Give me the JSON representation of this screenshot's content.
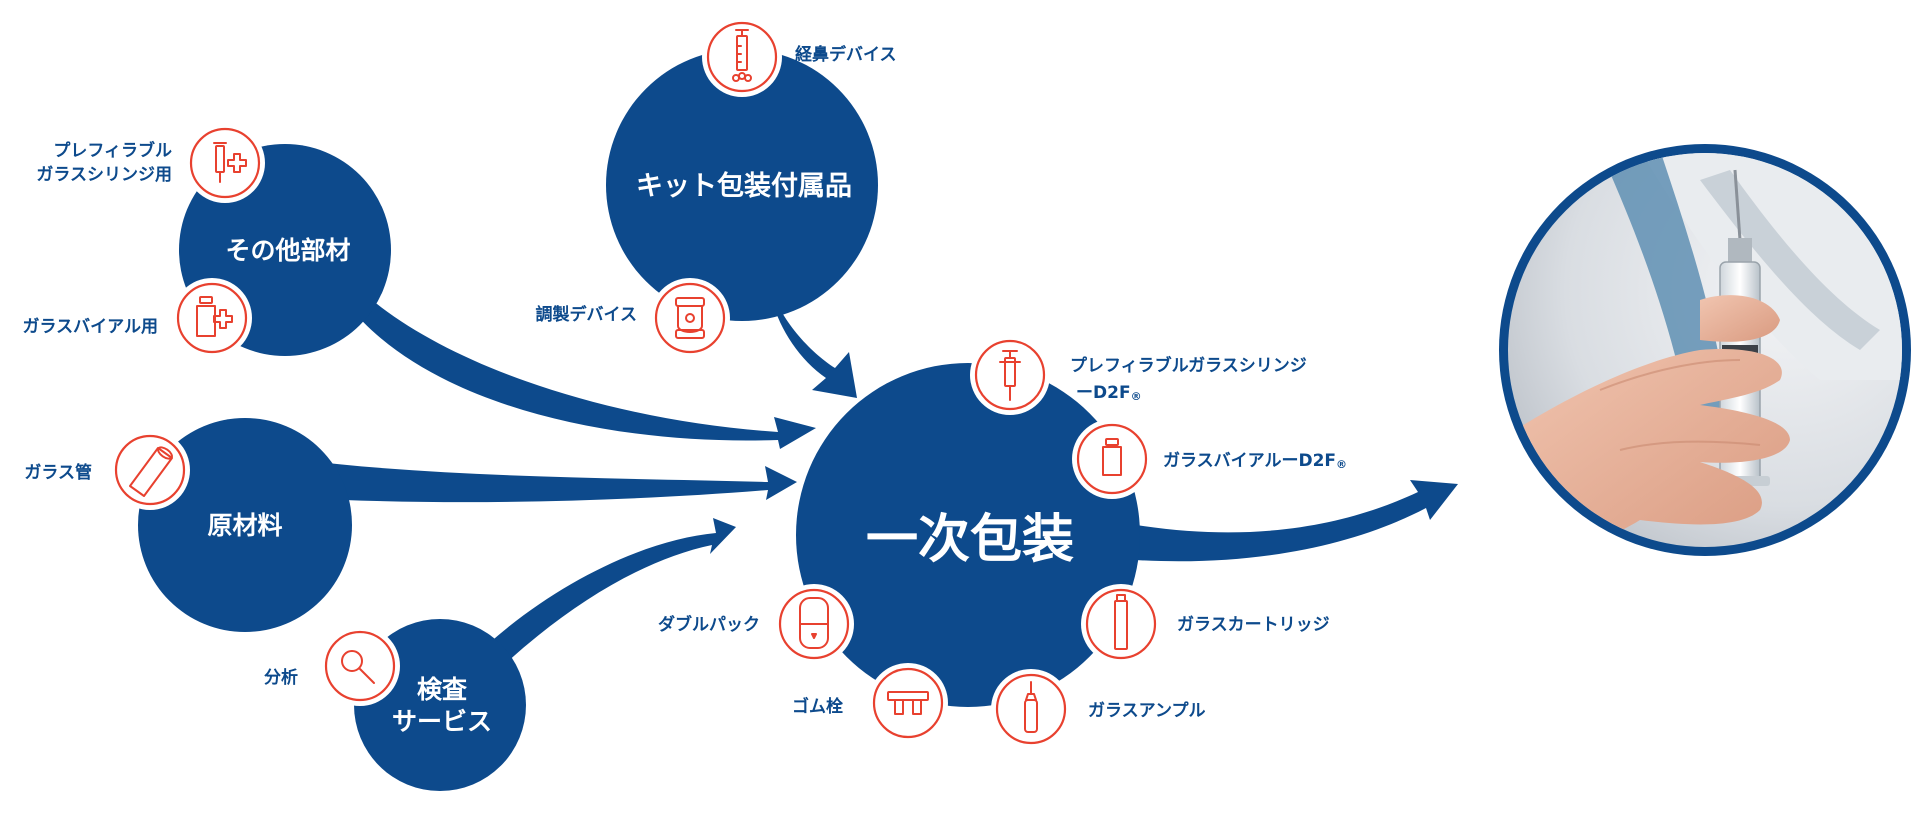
{
  "colors": {
    "brand_blue": "#0d4a8c",
    "icon_red": "#e8412f",
    "background": "#ffffff"
  },
  "hubs": {
    "center": "一次包装",
    "other_parts": "その他部材",
    "kit": "キット包装付属品",
    "raw": "原材料",
    "inspection_line1": "検査",
    "inspection_line2": "サービス"
  },
  "items": {
    "prefill_parts_line1": "プレフィラブル",
    "prefill_parts_line2": "ガラスシリンジ用",
    "vial_parts": "ガラスバイアル用",
    "nasal": "経鼻デバイス",
    "prep": "調製デバイス",
    "glass_tube": "ガラス管",
    "analysis": "分析",
    "syringe_d2f_line1": "プレフィラブルガラスシリンジ",
    "syringe_d2f_line2": "ーD2F",
    "vial_d2f": "ガラスバイアルーD2F",
    "registered": "®",
    "cartridge": "ガラスカートリッジ",
    "double_pack": "ダブルパック",
    "rubber": "ゴム栓",
    "ampoule": "ガラスアンプル"
  },
  "icons": {
    "prefill_parts": "syringe-plus-icon",
    "vial_parts": "vial-plus-icon",
    "nasal": "nasal-syringe-icon",
    "prep": "prep-device-icon",
    "glass_tube": "glass-tube-icon",
    "analysis": "magnifier-icon",
    "syringe_d2f": "syringe-icon",
    "vial_d2f": "vial-icon",
    "cartridge": "cartridge-icon",
    "double_pack": "double-pack-icon",
    "rubber": "rubber-stopper-icon",
    "ampoule": "ampoule-icon"
  },
  "photo": {
    "subject": "hand-holding-syringe-photo"
  }
}
